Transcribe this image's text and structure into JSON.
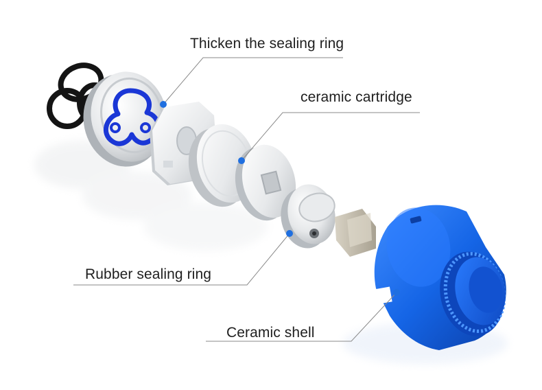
{
  "callouts": {
    "sealing_ring": "Thicken the sealing ring",
    "ceramic_cartridge": "ceramic cartridge",
    "rubber_sealing_ring": "Rubber sealing ring",
    "ceramic_shell": "Ceramic shell"
  },
  "colors": {
    "marker": "#1f6fe0",
    "leader_line": "#8a8a8a",
    "shell_blue": "#1565e6",
    "ring_black": "#141414",
    "ring_blue": "#1b37d6"
  }
}
